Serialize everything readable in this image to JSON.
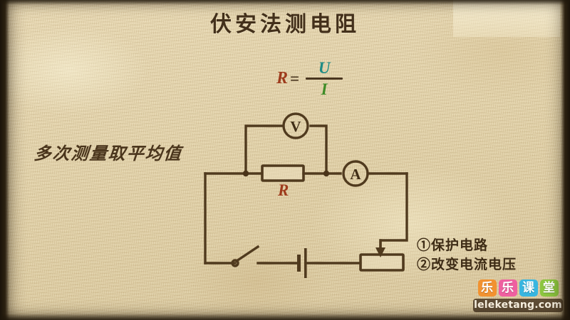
{
  "page": {
    "title": "伏安法测电阻",
    "background_color": "#ddcba4"
  },
  "formula": {
    "lhs": "R",
    "equals": "=",
    "numerator": "U",
    "denominator": "I",
    "lhs_color": "#9e3b1c",
    "numerator_color": "#1e8b84",
    "denominator_color": "#3f8c27"
  },
  "notes": {
    "left": "多次测量取平均值",
    "right": [
      "①保护电路",
      "②改变电流电压"
    ]
  },
  "circuit": {
    "voltmeter_label": "V",
    "ammeter_label": "A",
    "resistor_label": "R",
    "resistor_label_color": "#9e3b1c",
    "wire_color": "#503a1e",
    "components": [
      "voltmeter",
      "ammeter",
      "resistor",
      "switch",
      "battery",
      "rheostat"
    ]
  },
  "logo": {
    "tiles": [
      {
        "char": "乐",
        "color": "#f29230"
      },
      {
        "char": "乐",
        "color": "#ef5fa0"
      },
      {
        "char": "课",
        "color": "#38b6e0"
      },
      {
        "char": "堂",
        "color": "#8cc63f"
      }
    ],
    "domain": "leleketang.com"
  }
}
